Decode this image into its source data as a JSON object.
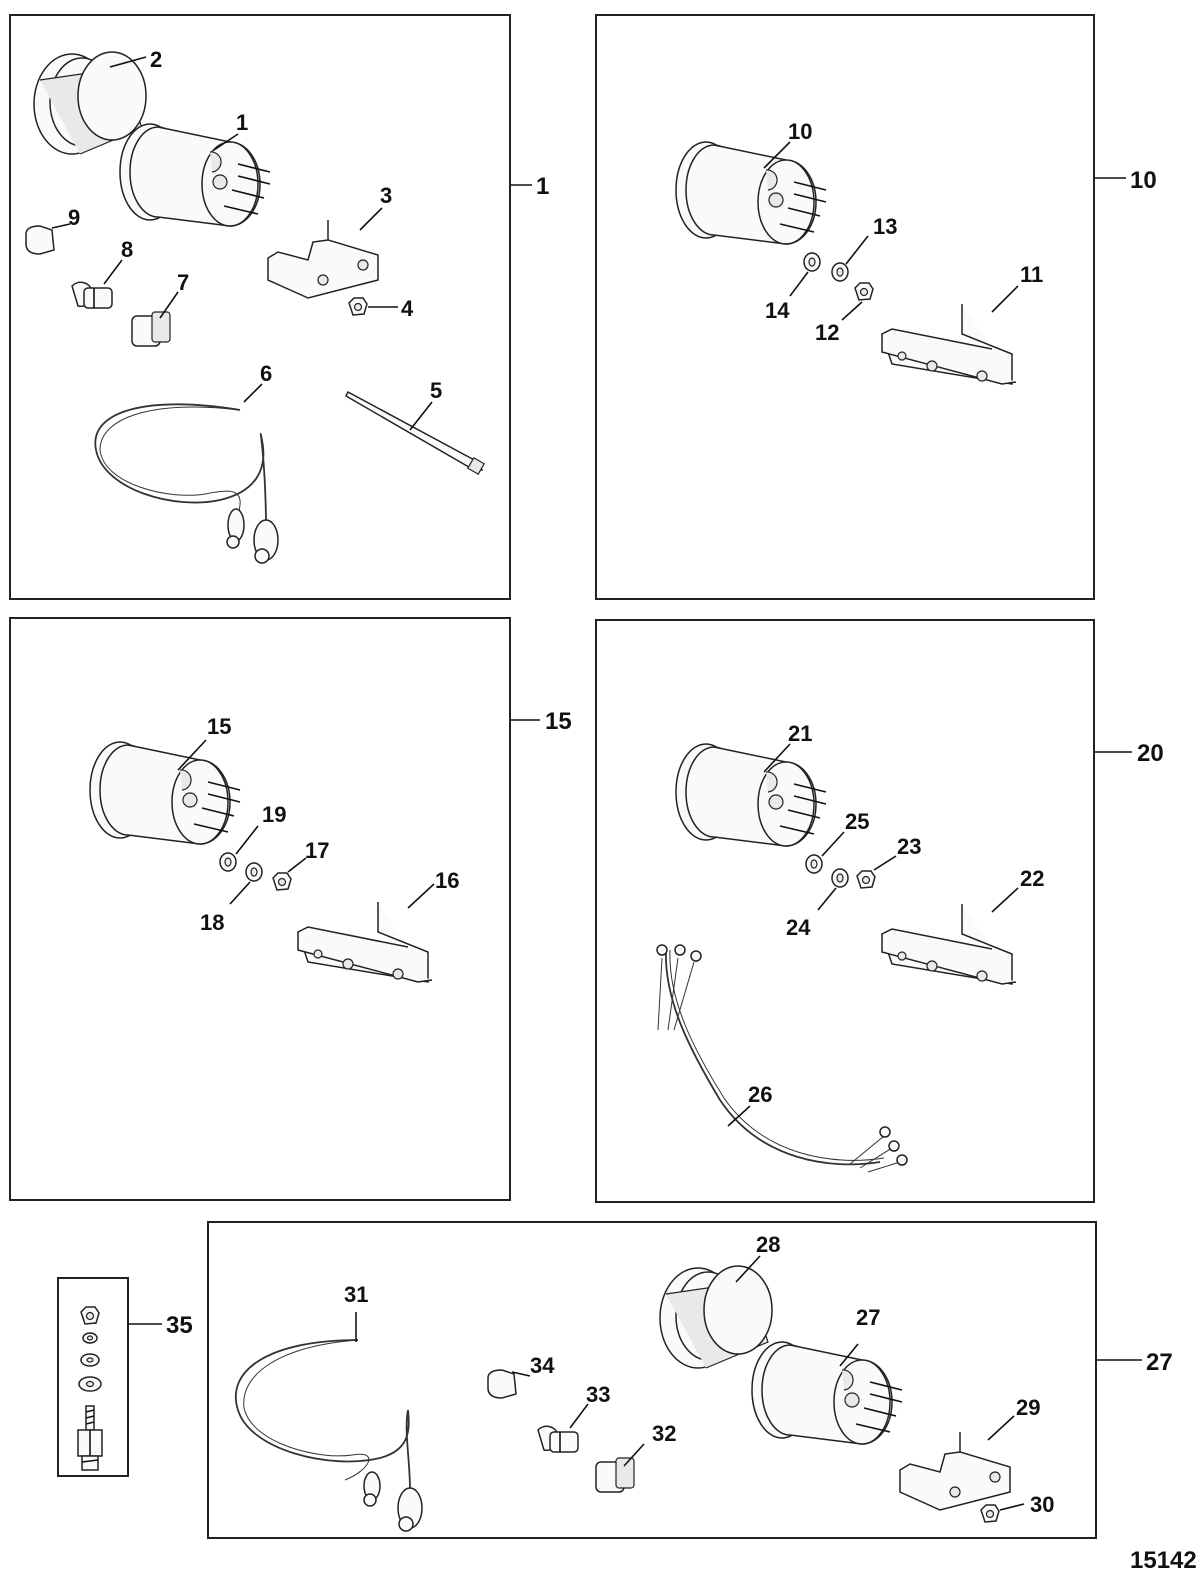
{
  "boxes": [
    {
      "id": "kit-1",
      "ref": "1",
      "callouts": [
        "2",
        "1",
        "3",
        "9",
        "8",
        "7",
        "4",
        "6",
        "5"
      ]
    },
    {
      "id": "kit-10",
      "ref": "10",
      "callouts": [
        "10",
        "13",
        "14",
        "12",
        "11"
      ]
    },
    {
      "id": "kit-15",
      "ref": "15",
      "callouts": [
        "15",
        "19",
        "17",
        "18",
        "16"
      ]
    },
    {
      "id": "kit-20",
      "ref": "20",
      "callouts": [
        "21",
        "25",
        "23",
        "22",
        "24",
        "26"
      ]
    },
    {
      "id": "kit-27",
      "ref": "27",
      "callouts": [
        "28",
        "31",
        "27",
        "34",
        "33",
        "29",
        "32",
        "30"
      ]
    },
    {
      "id": "kit-35",
      "ref": "35",
      "callouts": []
    }
  ],
  "figure_id": "15142"
}
